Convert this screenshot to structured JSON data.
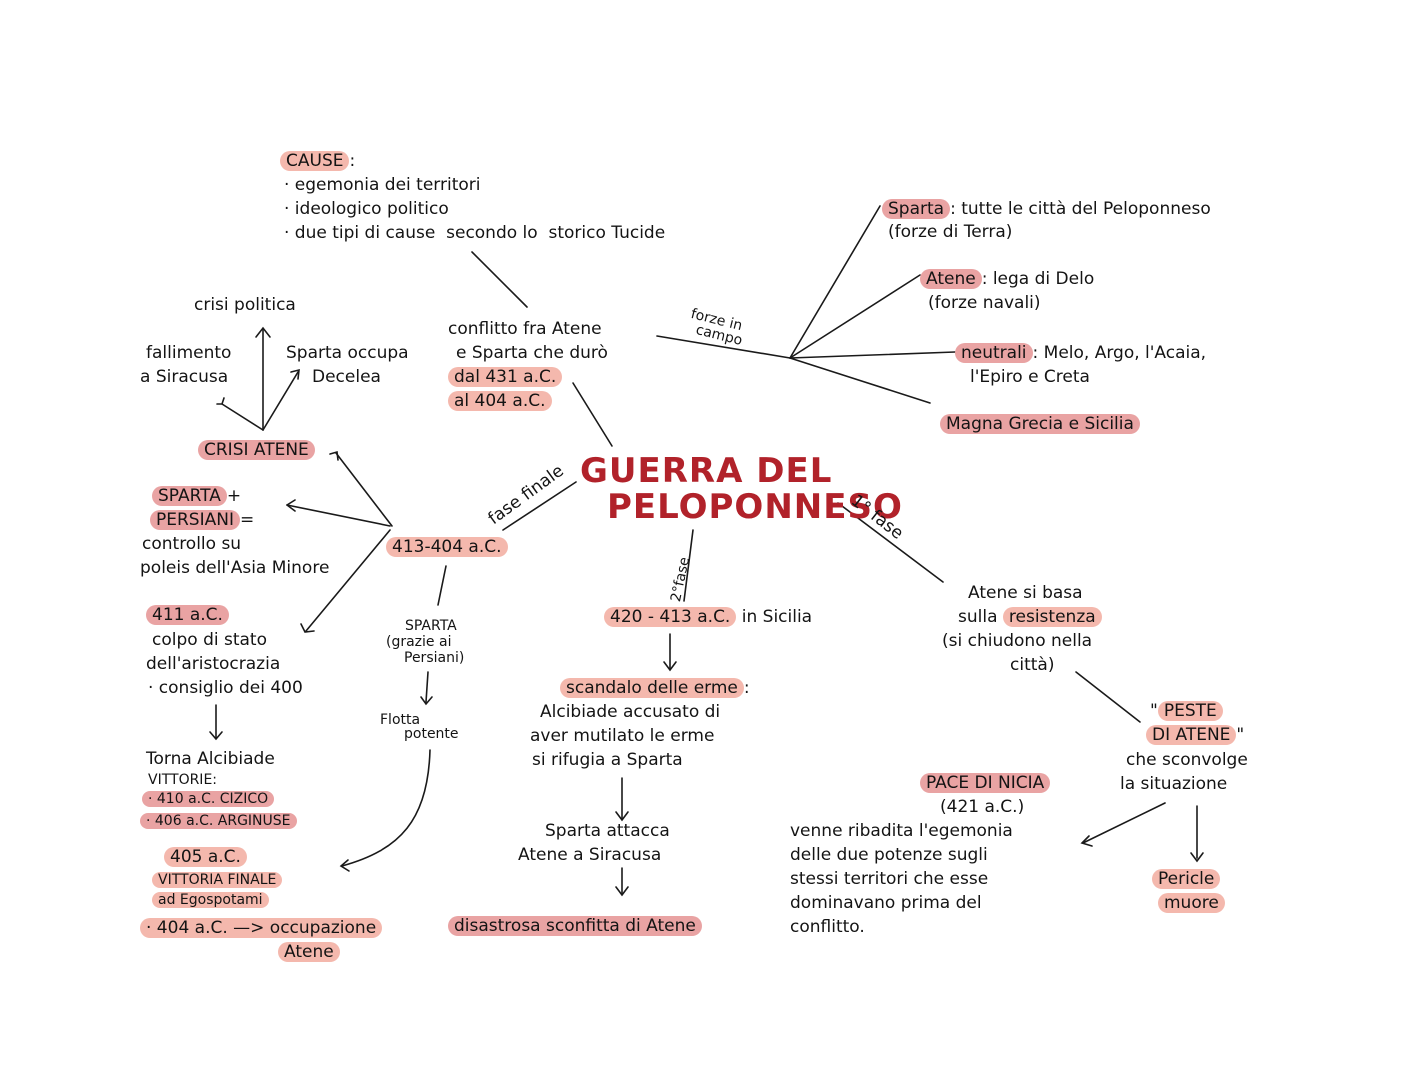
{
  "center": {
    "title_line1": "GUERRA DEL",
    "title_line2": "PELOPONNESO"
  },
  "cause": {
    "label": "CAUSE",
    "colon": ":",
    "items": [
      "· egemonia dei territori",
      "· ideologico politico",
      "· due tipi di cause  secondo lo  storico Tucide"
    ]
  },
  "conflict": {
    "line1": "conflitto fra Atene",
    "line2": "e Sparta che durò",
    "line3": "dal 431 a.C.",
    "line4": "al 404 a.C."
  },
  "forces": {
    "edge_label_1": "forze in",
    "edge_label_2": "campo",
    "sparta_label": "Sparta",
    "sparta_text": ": tutte le città del Peloponneso",
    "sparta_sub": "(forze di Terra)",
    "atene_label": "Atene",
    "atene_text": ": lega di Delo",
    "atene_sub": "(forze navali)",
    "neutral_label": "neutrali",
    "neutral_text": ": Melo, Argo, l'Acaia,",
    "neutral_sub": "l'Epiro e Creta",
    "magna": "Magna Grecia e Sicilia"
  },
  "phase1": {
    "edge_label": "1° fase",
    "text1": "Atene si basa",
    "text2a": "sulla ",
    "text2b": "resistenza",
    "text3": "(si chiudono nella",
    "text4": "città)",
    "peste_open": "\"",
    "peste1": "PESTE",
    "peste2": "DI ATENE",
    "peste_close": "\"",
    "peste_sub1": "che sconvolge",
    "peste_sub2": "la situazione",
    "pericle1": "Pericle",
    "pericle2": "muore",
    "pace_title": "PACE DI NICIA",
    "pace_date": "(421 a.C.)",
    "pace_text": [
      "venne ribadita l'egemonia",
      "delle due potenze sugli",
      "stessi territori che esse",
      "dominavano prima del",
      "conflitto."
    ]
  },
  "phase2": {
    "edge_label": "2°fase",
    "date": "420 - 413 a.C.",
    "where": " in Sicilia",
    "scandal_label": "scandalo delle erme",
    "scandal_colon": ":",
    "scandal_text": [
      "Alcibiade accusato di",
      "aver mutilato le erme",
      "si rifugia a Sparta"
    ],
    "attack1": "Sparta attacca",
    "attack2": "Atene a Siracusa",
    "defeat": "disastrosa sconfitta di Atene"
  },
  "final": {
    "edge_label": "fase finale",
    "date": "413-404 a.C.",
    "crisis": "CRISI ATENE",
    "crisis_politica": "crisi politica",
    "fallimento1": "fallimento",
    "fallimento2": "a Siracusa",
    "sparta_occupa1": "Sparta occupa",
    "sparta_occupa2": "Decelea",
    "alliance1": "SPARTA",
    "alliance_plus": "+",
    "alliance2": "PERSIANI",
    "alliance_eq": "=",
    "alliance3": "controllo su",
    "alliance4": "poleis dell'Asia Minore",
    "coup_date": "411 a.C.",
    "coup1": "colpo di stato",
    "coup2": "dell'aristocrazia",
    "coup3": "· consiglio dei 400",
    "alcibiade": "Torna Alcibiade",
    "vittorie": "VITTORIE:",
    "v1": "· 410 a.C. CIZICO",
    "v2": "· 406 a.C. ARGINUSE",
    "final_date": "405 a.C.",
    "final_victory": "VITTORIA FINALE",
    "final_place": "ad Egospotami",
    "occupation1": "· 404 a.C. —> occupazione",
    "occupation2": "Atene",
    "sparta_persia1": "SPARTA",
    "sparta_persia2": "(grazie ai",
    "sparta_persia3": "Persiani)",
    "flotta1": "Flotta",
    "flotta2": "potente"
  }
}
